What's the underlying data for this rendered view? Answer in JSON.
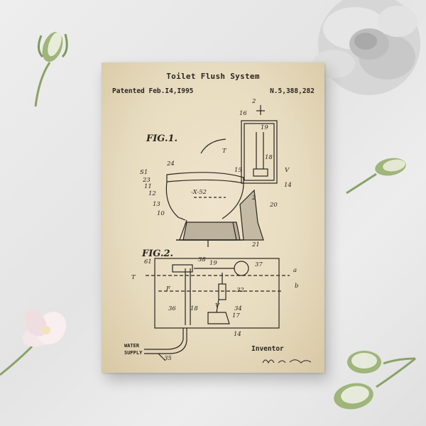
{
  "poster": {
    "title": "Toilet Flush System",
    "patent_date": "Patented Feb.I4,I995",
    "patent_number": "N.5,388,282",
    "fig1_label": "FIG.1.",
    "fig2_label": "FIG.2.",
    "inventor_heading": "Inventor",
    "inventor_signature": "Mark A. Cherry",
    "water_supply_label_line1": "WATER",
    "water_supply_label_line2": "SUPPLY",
    "reference_labels": {
      "r2": "2",
      "r16": "16",
      "r19": "19",
      "rT": "T",
      "r18": "18",
      "rV": "V",
      "r24": "24",
      "r15": "15",
      "r14": "14",
      "rS1": "S1",
      "r23": "23",
      "r11": "11",
      "r12": "12",
      "r13": "13",
      "r10": "10",
      "rX52": "-X-52",
      "r2b": "2",
      "r20": "20",
      "r21": "21",
      "r61": "61",
      "r38": "38",
      "r19b": "19",
      "r37": "37",
      "ra": "a",
      "rT2": "T",
      "rF": "F",
      "r32": "32",
      "rb": "b",
      "r36": "36",
      "r18b": "18",
      "r34": "34",
      "rV2": "V",
      "r17": "17",
      "r14b": "14",
      "r35": "35"
    }
  },
  "colors": {
    "wall": "#e8e8e8",
    "paper": "#e8dcc0",
    "ink": "#2a2520",
    "flower": "#c9c9c9",
    "bud": "#7d9a5a"
  }
}
